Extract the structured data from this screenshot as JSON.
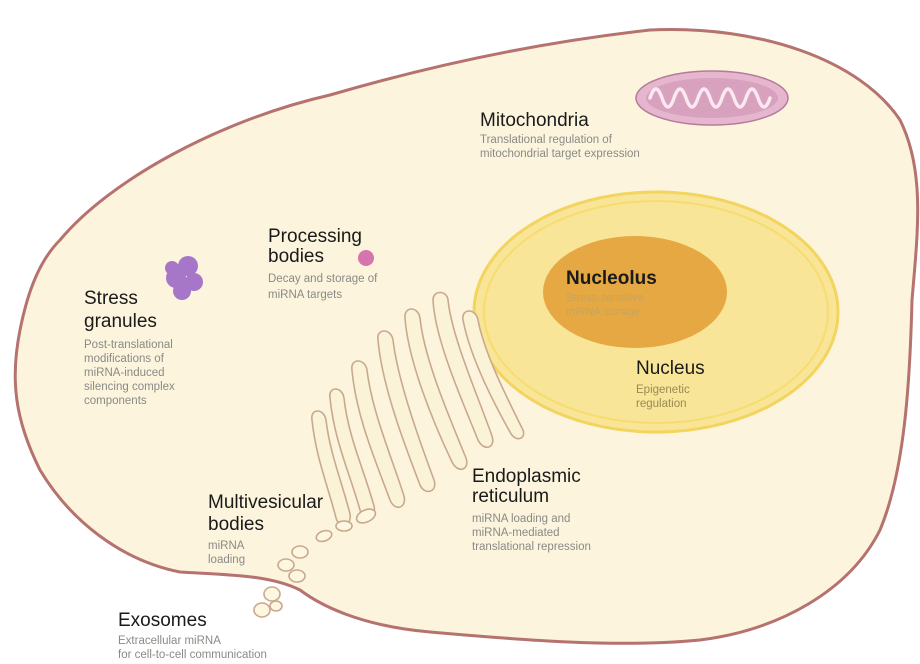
{
  "labels": {
    "mitochondria": {
      "title": "Mitochondria",
      "lines": [
        "Translational regulation of",
        "mitochondrial target expression"
      ]
    },
    "processing_bodies": {
      "title_lines": [
        "Processing",
        "bodies"
      ],
      "lines": [
        "Decay and storage of",
        "miRNA targets"
      ]
    },
    "stress_granules": {
      "title_lines": [
        "Stress",
        "granules"
      ],
      "lines": [
        "Post-translational",
        "modifications of",
        "miRNA-induced",
        "silencing complex",
        "components"
      ]
    },
    "nucleolus": {
      "title": "Nucleolus",
      "lines": [
        "Stress-sensitive",
        "miRNA storage"
      ]
    },
    "nucleus": {
      "title": "Nucleus",
      "lines": [
        "Epigenetic",
        "regulation"
      ]
    },
    "endoplasmic_reticulum": {
      "title_lines": [
        "Endoplasmic",
        "reticulum"
      ],
      "lines": [
        "miRNA loading and",
        "miRNA-mediated",
        "translational repression"
      ]
    },
    "multivesicular_bodies": {
      "title_lines": [
        "Multivesicular",
        "bodies"
      ],
      "lines": [
        "miRNA",
        "loading"
      ]
    },
    "exosomes": {
      "title": "Exosomes",
      "lines": [
        "Extracellular miRNA",
        "for cell-to-cell communication"
      ]
    }
  },
  "colors": {
    "cytoplasm": "#fcf4dc",
    "membrane": "#b5726f",
    "nucleus": "#f8e597",
    "nucleus_border": "#f3dc6e",
    "nucleolus": "#e5a843",
    "mitochondria": "#d8a2be",
    "processing_body": "#d674ae",
    "stress_granule": "#a677c8"
  }
}
